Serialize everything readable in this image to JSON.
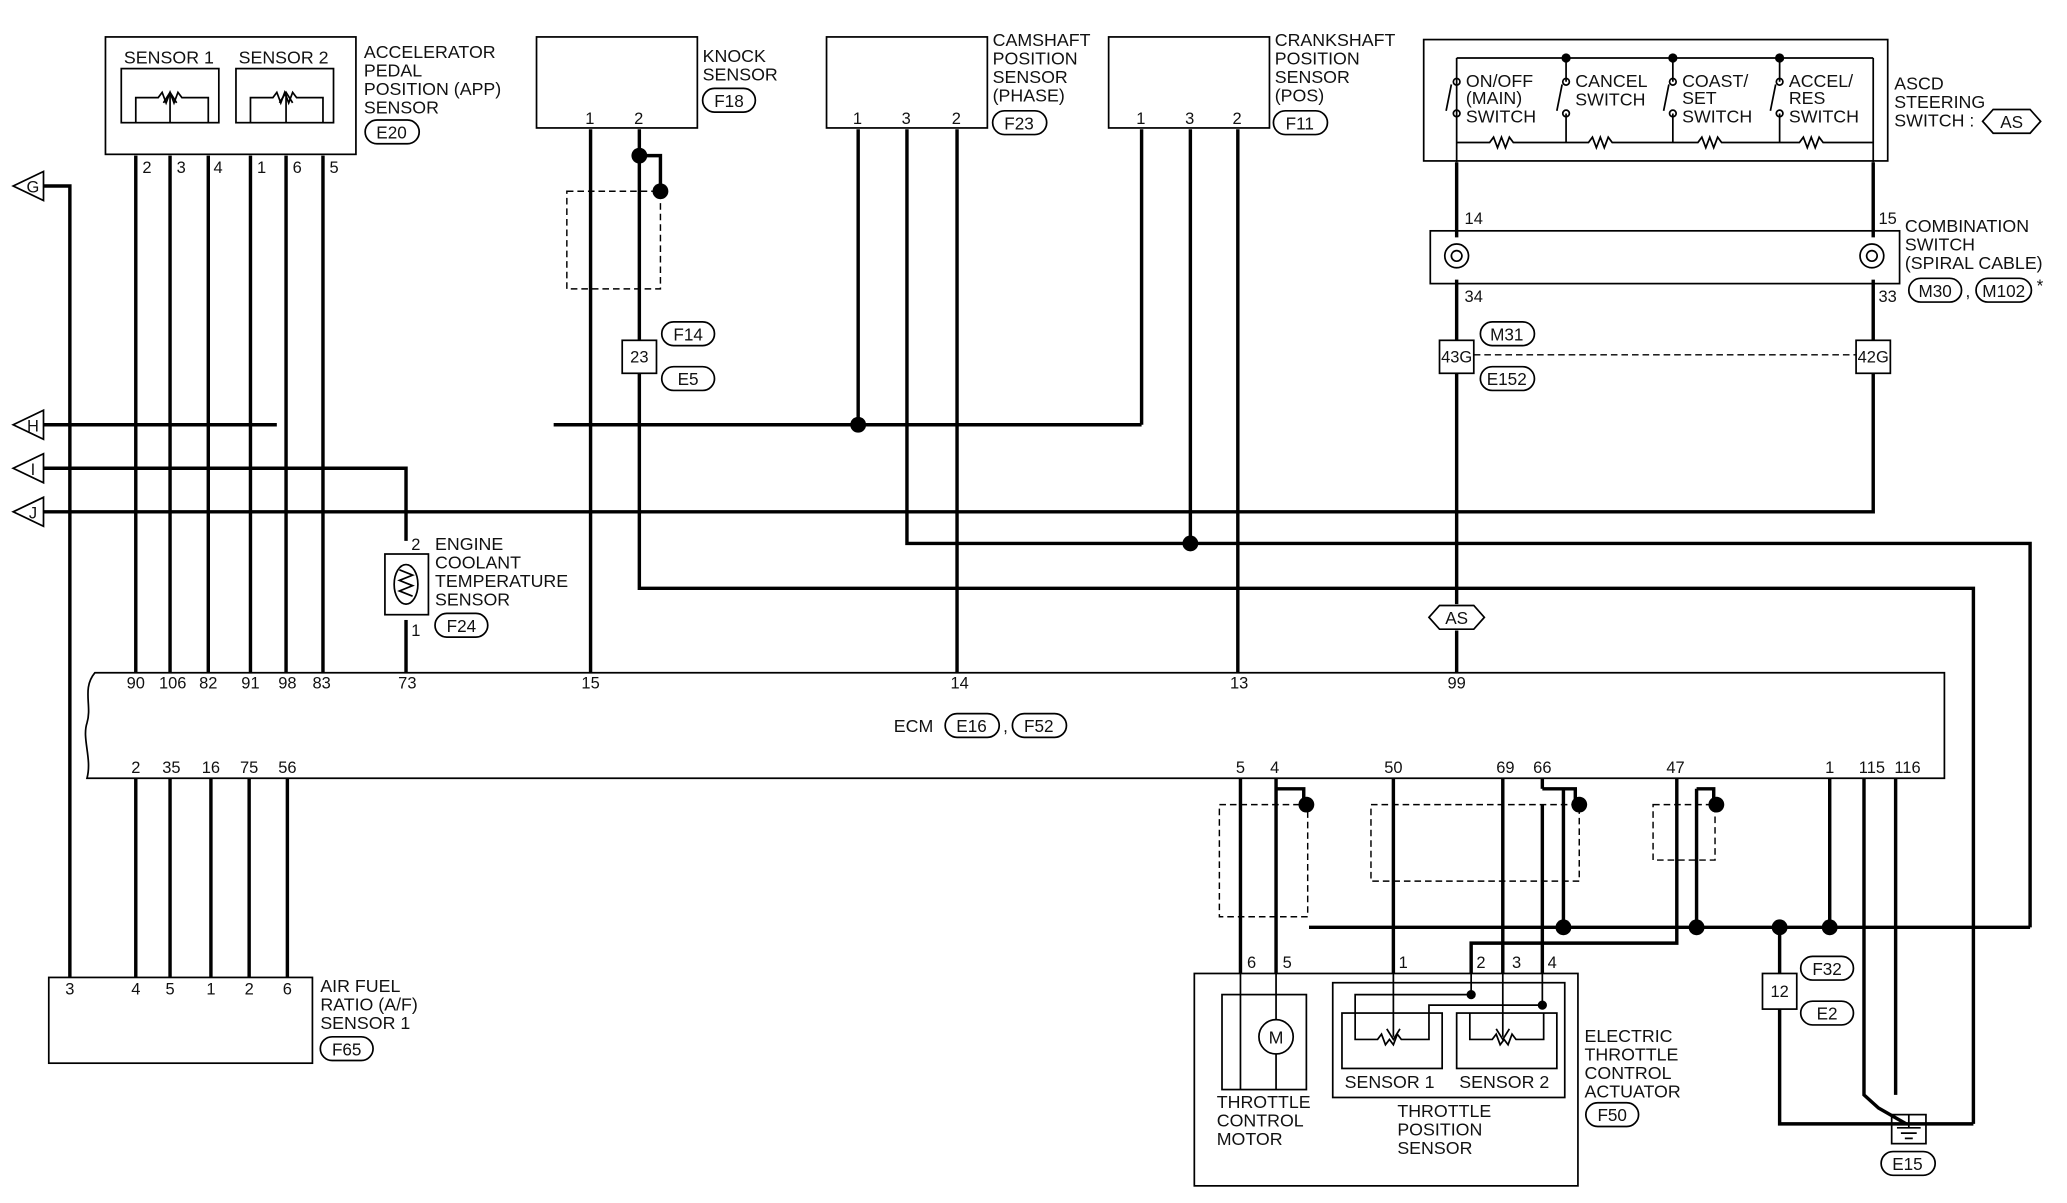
{
  "app_sensor": {
    "sensor1_label": "SENSOR 1",
    "sensor2_label": "SENSOR 2",
    "title_lines": [
      "ACCELERATOR",
      "PEDAL",
      "POSITION (APP)",
      "SENSOR"
    ],
    "connector": "E20",
    "pins": [
      "2",
      "3",
      "4",
      "1",
      "6",
      "5"
    ]
  },
  "knock_sensor": {
    "title_lines": [
      "KNOCK",
      "SENSOR"
    ],
    "connector": "F18",
    "pins": [
      "1",
      "2"
    ],
    "joint_pin": "23",
    "joint_connectors": [
      "F14",
      "E5"
    ]
  },
  "cam_sensor": {
    "title_lines": [
      "CAMSHAFT",
      "POSITION",
      "SENSOR",
      "(PHASE)"
    ],
    "connector": "F23",
    "pins": [
      "1",
      "3",
      "2"
    ]
  },
  "crank_sensor": {
    "title_lines": [
      "CRANKSHAFT",
      "POSITION",
      "SENSOR",
      "(POS)"
    ],
    "connector": "F11",
    "pins": [
      "1",
      "3",
      "2"
    ]
  },
  "ascd": {
    "switch_lines": [
      [
        "ON/OFF",
        "(MAIN)",
        "SWITCH"
      ],
      [
        "CANCEL",
        "SWITCH"
      ],
      [
        "COAST/",
        "SET",
        "SWITCH"
      ],
      [
        "ACCEL/",
        "RES",
        "SWITCH"
      ]
    ],
    "title_lines": [
      "ASCD",
      "STEERING",
      "SWITCH :"
    ],
    "ref": "AS"
  },
  "combo_switch": {
    "title_lines": [
      "COMBINATION",
      "SWITCH",
      "(SPIRAL CABLE)"
    ],
    "connectors": [
      "M30",
      "M102"
    ],
    "separator": ",",
    "asterisk": "*",
    "pins": [
      "14",
      "15",
      "34",
      "33"
    ],
    "joint_pins": [
      "43G",
      "42G"
    ],
    "joint_connectors": [
      "M31",
      "E152"
    ]
  },
  "coolant_sensor": {
    "title_lines": [
      "ENGINE",
      "COOLANT",
      "TEMPERATURE",
      "SENSOR"
    ],
    "connector": "F24",
    "pins": [
      "2",
      "1"
    ]
  },
  "offpage": [
    "G",
    "H",
    "I",
    "J"
  ],
  "ascd_ref": "AS",
  "ecm": {
    "label": "ECM",
    "connectors": [
      "E16",
      "F52"
    ],
    "separator": ",",
    "top_pins": [
      "90",
      "106",
      "82",
      "91",
      "98",
      "83",
      "73",
      "15",
      "14",
      "13",
      "99"
    ],
    "bottom_pins": [
      "2",
      "35",
      "16",
      "75",
      "56",
      "5",
      "4",
      "50",
      "69",
      "66",
      "47",
      "1",
      "115",
      "116"
    ]
  },
  "af_sensor": {
    "title_lines": [
      "AIR FUEL",
      "RATIO (A/F)",
      "SENSOR 1"
    ],
    "connector": "F65",
    "pins": [
      "3",
      "4",
      "5",
      "1",
      "2",
      "6"
    ]
  },
  "throttle": {
    "motor_pins": [
      "6",
      "5"
    ],
    "tps_pins": [
      "1",
      "2",
      "3",
      "4"
    ],
    "motor_symbol": "M",
    "motor_label_lines": [
      "THROTTLE",
      "CONTROL",
      "MOTOR"
    ],
    "sensor1_label": "SENSOR 1",
    "sensor2_label": "SENSOR 2",
    "tps_label_lines": [
      "THROTTLE",
      "POSITION",
      "SENSOR"
    ],
    "actuator_label_lines": [
      "ELECTRIC",
      "THROTTLE",
      "CONTROL",
      "ACTUATOR"
    ],
    "connector": "F50"
  },
  "ground": {
    "joint_pin": "12",
    "joint_connectors": [
      "F32",
      "E2"
    ],
    "ground_connector": "E15"
  }
}
